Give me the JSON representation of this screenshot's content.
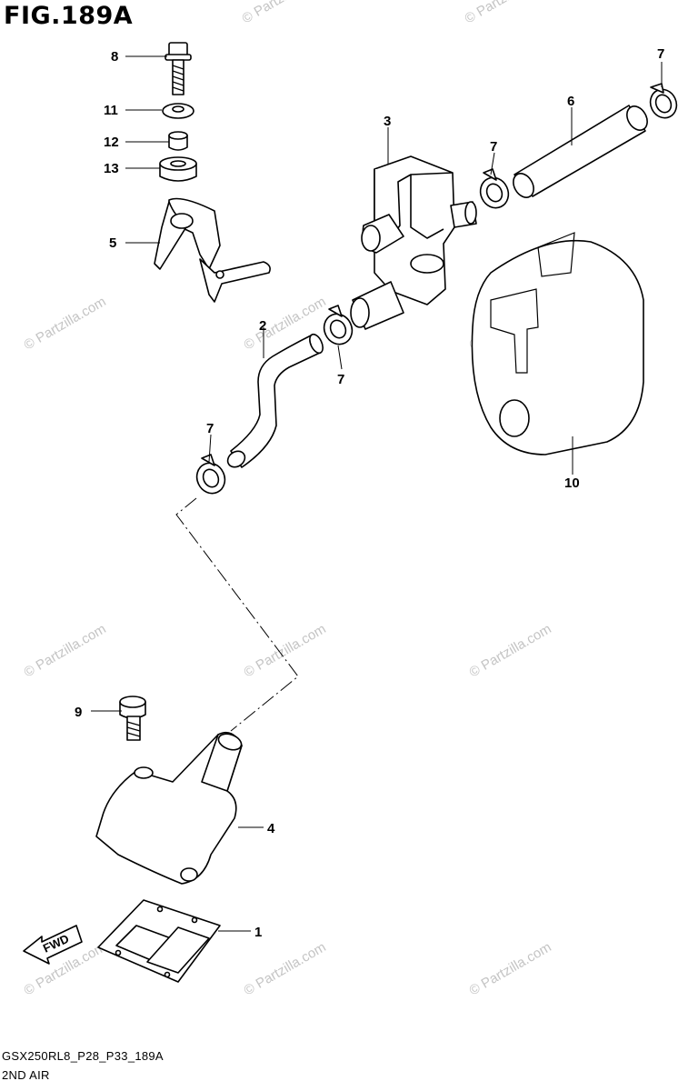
{
  "figure": {
    "title": "FIG.189A",
    "footer_code": "GSX250RL8_P28_P33_189A",
    "footer_label": "2ND AIR",
    "watermark": "© Partzilla.com",
    "fwd_label": "FWD"
  },
  "callouts": {
    "c8": "8",
    "c11": "11",
    "c12": "12",
    "c13": "13",
    "c5": "5",
    "c3": "3",
    "c6": "6",
    "c7a": "7",
    "c7b": "7",
    "c7c": "7",
    "c7d": "7",
    "c2": "2",
    "c10": "10",
    "c9": "9",
    "c4": "4",
    "c1": "1"
  }
}
